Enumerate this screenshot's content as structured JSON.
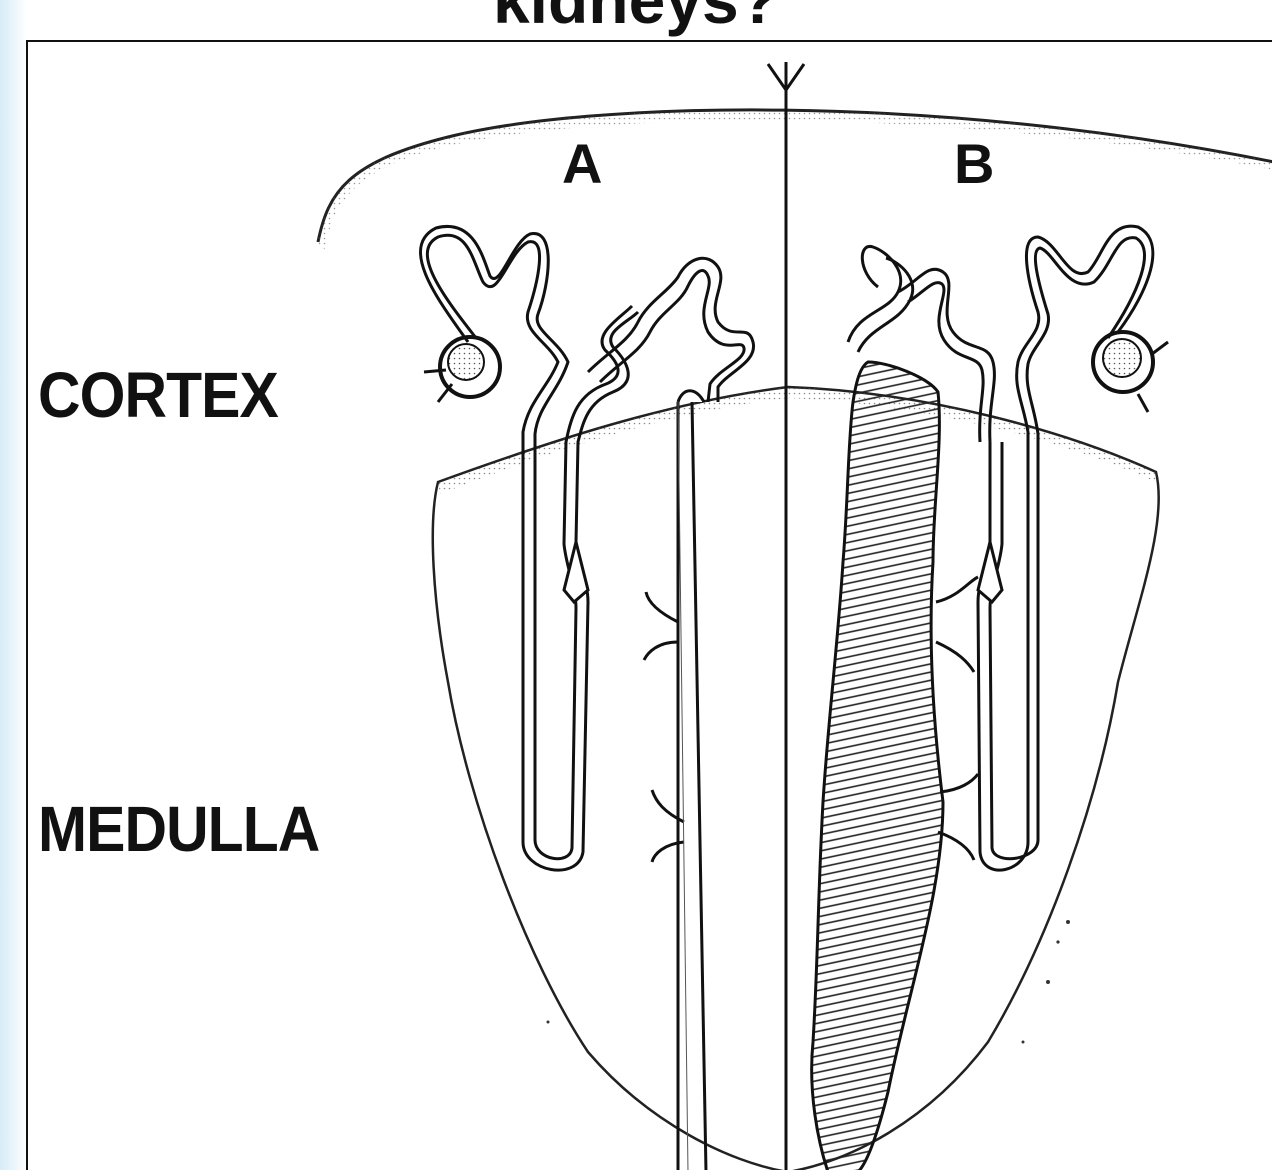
{
  "title": "kidneys?",
  "labels": {
    "cortex": "CORTEX",
    "medulla": "MEDULLA",
    "nephron_a": "A",
    "nephron_b": "B"
  },
  "colors": {
    "ink": "#111111",
    "background": "#ffffff",
    "side_tint": "#d8ecf7"
  }
}
